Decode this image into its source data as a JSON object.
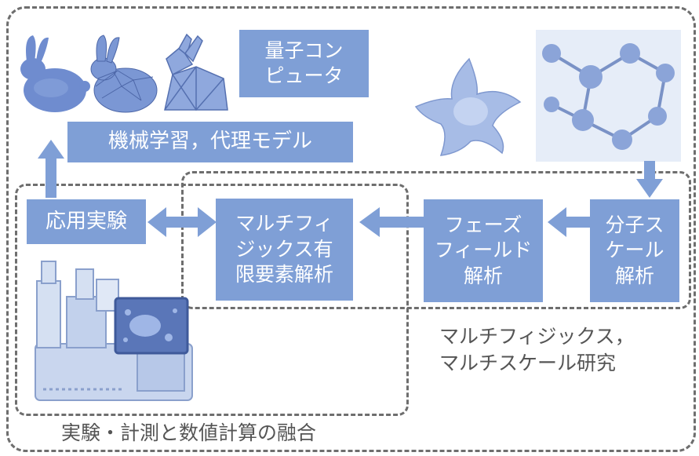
{
  "boxes": {
    "quantum": "量子コン\nピュータ",
    "ml": "機械学習，代理モデル",
    "applied": "応用実験",
    "multiphysics_fem": "マルチフィ\nジックス有\n限要素解析",
    "phase_field": "フェーズ\nフィールド\n解析",
    "molecular": "分子ス\nケール\n解析"
  },
  "labels": {
    "multiscale": "マルチフィジックス，\nマルチスケール研究",
    "fusion": "実験・計測と数値計算の融合"
  },
  "icons": {
    "bunnies": "stanford-bunny-mesh-icons",
    "crystal": "dendrite-crystal-icon",
    "molecules": "molecule-model-icon",
    "instrument": "laboratory-instrument-icon"
  },
  "colors": {
    "box_fill": "#7f9fd6",
    "arrow": "#7f9fd6",
    "frame": "#6e6e6e",
    "label_text": "#555555"
  }
}
